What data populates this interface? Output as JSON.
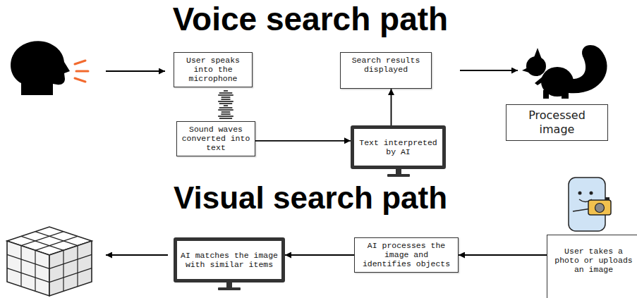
{
  "diagram": {
    "title": "Voice search path",
    "nodes": [
      {
        "text": [
          "User speaks into the microphone"
        ]
      },
      {
        "text": [
          "Sound waves converted into text"
        ]
      },
      {
        "text": [
          "Text interpreted by AI"
        ]
      },
      {
        "text": [
          "Search results displayed"
        ]
      },
      {
        "text": [
          "Processed image"
        ]
      },
      {
        "text": [
          "User takes a photo or uploads an image"
        ]
      },
      {
        "text": [
          "AI processes the image and identifies objects"
        ]
      },
      {
        "text": [
          "AI matches the image with similar items"
        ]
      }
    ],
    "edges": [
      {
        "from": 1,
        "to": 2,
        "arrow": "to"
      },
      {
        "from": 2,
        "to": 3,
        "arrow": "to"
      },
      {
        "from": 5,
        "to": 6,
        "arrow": "to"
      },
      {
        "from": 6,
        "to": 7,
        "arrow": "to"
      }
    ],
    "labels": [
      "Visual search path"
    ]
  }
}
